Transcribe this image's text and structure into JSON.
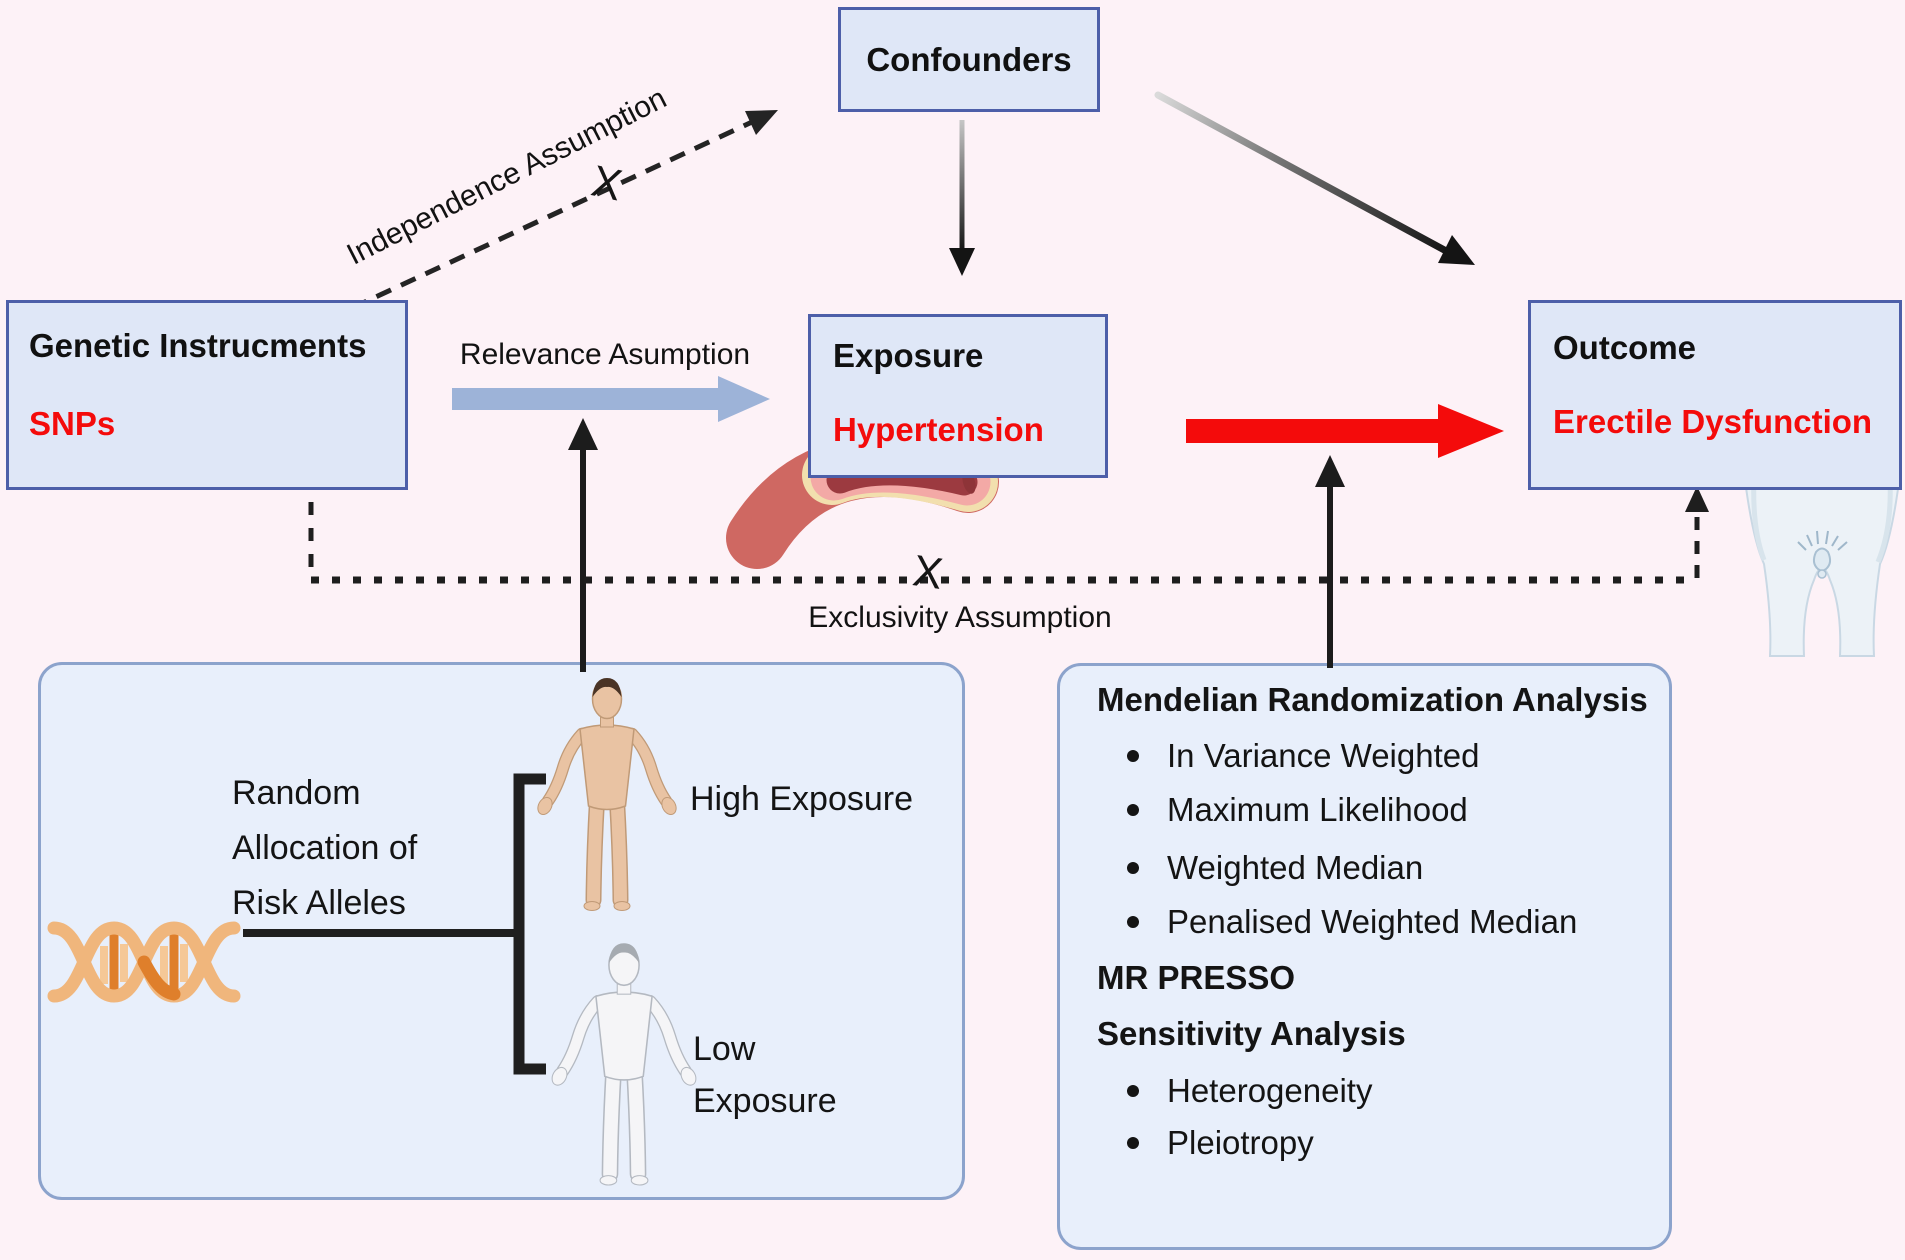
{
  "nodes": {
    "confounders": {
      "label": "Confounders"
    },
    "genetic_instruments": {
      "title": "Genetic Instrucments",
      "subtitle": "SNPs"
    },
    "exposure": {
      "title": "Exposure",
      "subtitle": "Hypertension"
    },
    "outcome": {
      "title": "Outcome",
      "subtitle": "Erectile Dysfunction"
    }
  },
  "assumptions": {
    "independence": "Independence Assumption",
    "relevance": "Relevance Asumption",
    "exclusivity": "Exclusivity Assumption",
    "cross_mark": "X"
  },
  "allocation_panel": {
    "lines": [
      "Random",
      "Allocation of",
      "Risk Alleles"
    ],
    "high_label": "High Exposure",
    "low_lines": [
      "Low",
      "Exposure"
    ]
  },
  "analysis_panel": {
    "title": "Mendelian Randomization Analysis",
    "mr_methods": [
      "In Variance Weighted",
      "Maximum Likelihood",
      "Weighted Median",
      "Penalised Weighted Median"
    ],
    "mr_presso": "MR PRESSO",
    "sensitivity_title": "Sensitivity Analysis",
    "sensitivity_items": [
      "Heterogeneity",
      "Pleiotropy"
    ]
  },
  "colors": {
    "background": "#fdf2f7",
    "node_fill": "#dfe7f7",
    "node_border": "#4d5fa9",
    "panel_fill": "#e8effb",
    "panel_border": "#8ca3cc",
    "highlight_red": "#f40b0b",
    "relevance_arrow_blue": "#9db3d8",
    "dna_orange": "#f0b67c"
  }
}
